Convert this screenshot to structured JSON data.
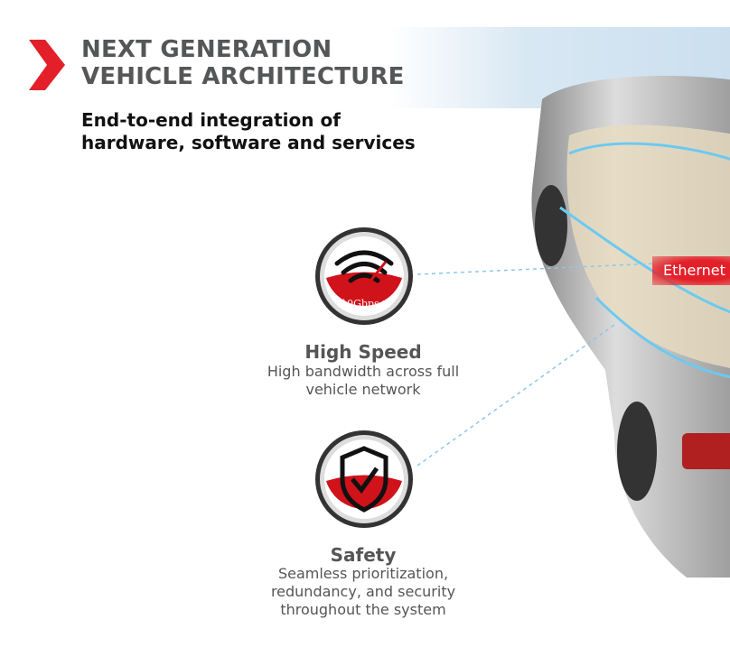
{
  "header": {
    "title_line1": "NEXT GENERATION",
    "title_line2": "VEHICLE ARCHITECTURE",
    "subtitle_line1": "End-to-end integration of",
    "subtitle_line2": "hardware, software and services"
  },
  "car_label": "Ethernet",
  "features": [
    {
      "icon": "wifi-speedometer-icon",
      "badge_text": "10Gbps+",
      "title": "High Speed",
      "desc_lines": [
        "High bandwidth across full",
        "vehicle network"
      ]
    },
    {
      "icon": "shield-check-icon",
      "title": "Safety",
      "desc_lines": [
        "Seamless prioritization,",
        "redundancy, and security",
        "throughout the system"
      ]
    }
  ],
  "colors": {
    "accent": "#e3202a",
    "title": "#555658"
  }
}
